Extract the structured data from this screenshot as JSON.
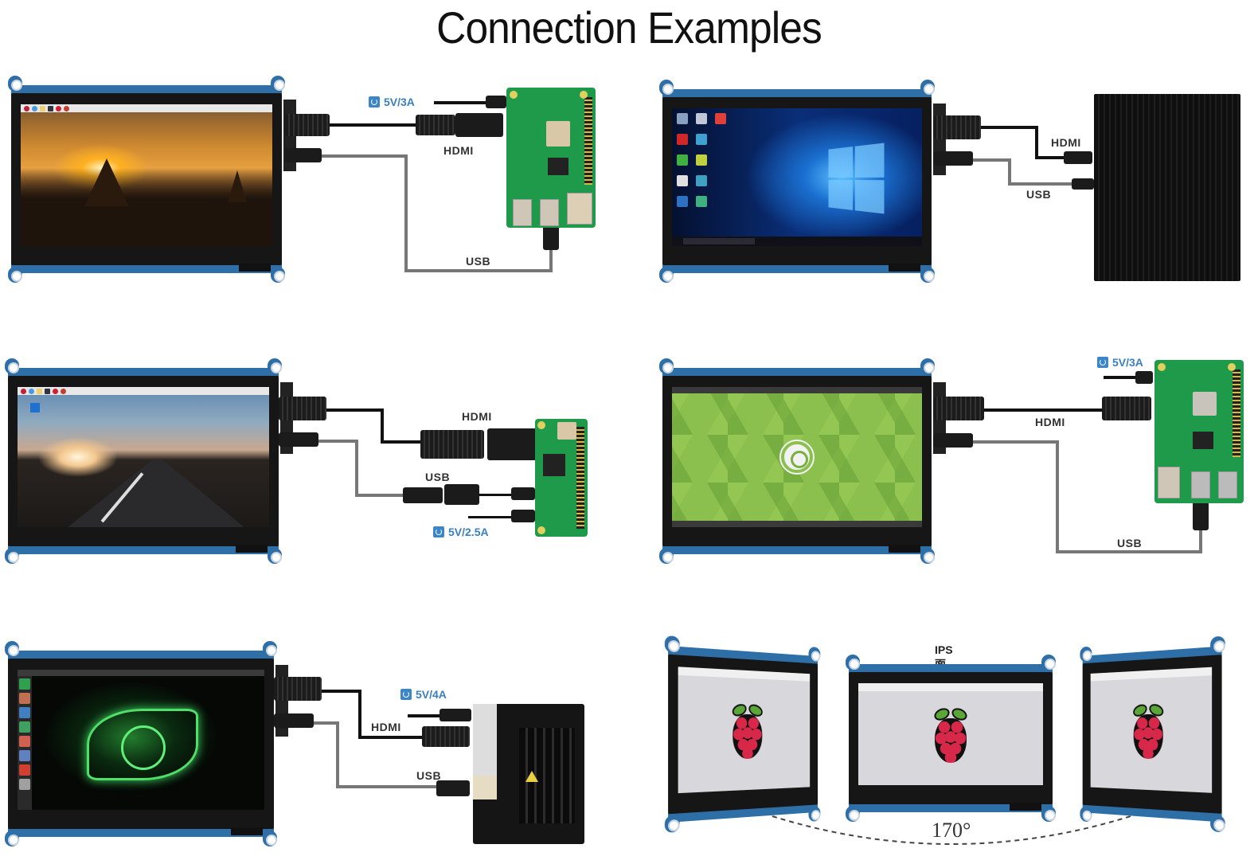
{
  "title": "Connection Examples",
  "colors": {
    "accent_blue": "#3a86c8",
    "pcb_blue": "#2f6fa8",
    "cable_black": "#111111",
    "cable_gray": "#777777",
    "board_green": "#1f9a4a"
  },
  "examples": [
    {
      "id": "rpi4",
      "screen": "raspbian-sunset",
      "power": "5V/3A",
      "power_icon": "power-icon",
      "cables": [
        "HDMI",
        "USB"
      ]
    },
    {
      "id": "minipc",
      "screen": "windows-10-desktop",
      "cables": [
        "HDMI",
        "USB"
      ]
    },
    {
      "id": "rpi-zero",
      "screen": "raspbian-road",
      "power": "5V/2.5A",
      "power_icon": "power-icon",
      "cables": [
        "HDMI",
        "USB"
      ]
    },
    {
      "id": "rpi3",
      "screen": "ubuntu-mate",
      "power": "5V/3A",
      "power_icon": "power-icon",
      "cables": [
        "HDMI",
        "USB"
      ]
    },
    {
      "id": "jetson-nano",
      "screen": "nvidia-jetson-desktop",
      "power": "5V/4A",
      "power_icon": "power-icon",
      "cables": [
        "HDMI",
        "USB"
      ]
    }
  ],
  "viewing_angle": {
    "panel_label": "IPS面板",
    "angle": "170°"
  }
}
